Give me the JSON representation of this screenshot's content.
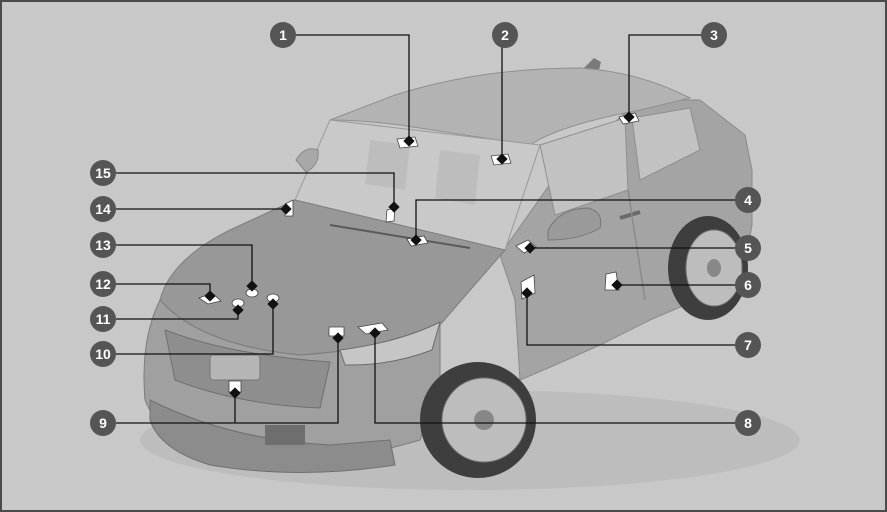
{
  "diagram": {
    "colors": {
      "background": "#c8c8c8",
      "frame": "#4a4a4a",
      "car_body": "#a9a9a9",
      "car_dark": "#3c3c3c",
      "glass": "#cfcfcf",
      "callout_badge": "#555555",
      "leader_line": "#111111",
      "label_patch": "#ffffff"
    },
    "callouts": [
      {
        "id": 1,
        "label": "1"
      },
      {
        "id": 2,
        "label": "2"
      },
      {
        "id": 3,
        "label": "3"
      },
      {
        "id": 4,
        "label": "4"
      },
      {
        "id": 5,
        "label": "5"
      },
      {
        "id": 6,
        "label": "6"
      },
      {
        "id": 7,
        "label": "7"
      },
      {
        "id": 8,
        "label": "8"
      },
      {
        "id": 9,
        "label": "9"
      },
      {
        "id": 10,
        "label": "10"
      },
      {
        "id": 11,
        "label": "11"
      },
      {
        "id": 12,
        "label": "12"
      },
      {
        "id": 13,
        "label": "13"
      },
      {
        "id": 14,
        "label": "14"
      },
      {
        "id": 15,
        "label": "15"
      }
    ]
  }
}
